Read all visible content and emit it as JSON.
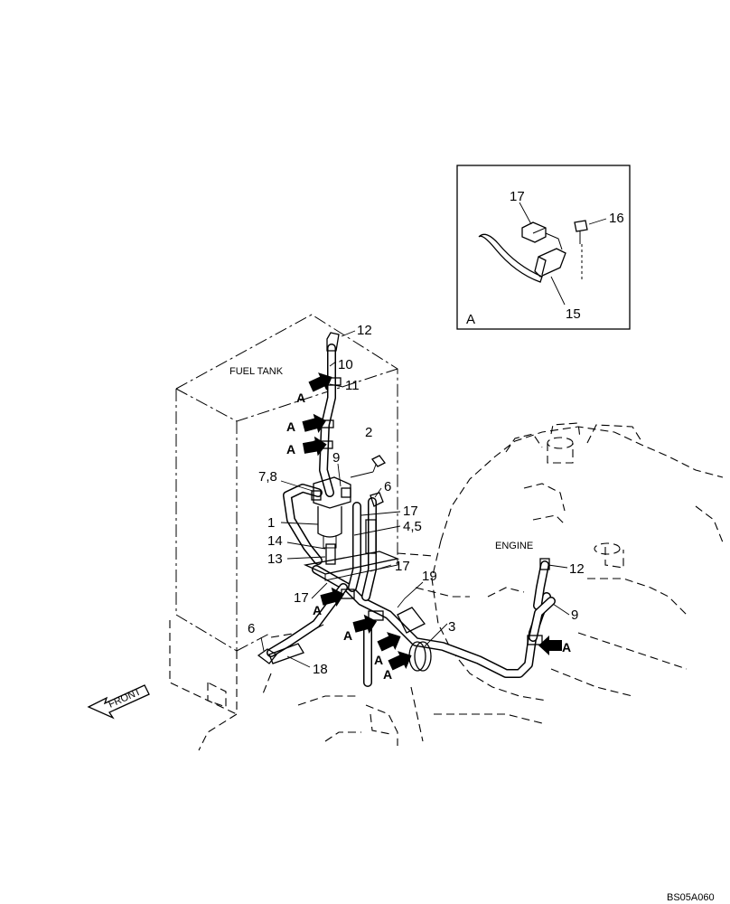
{
  "labels": {
    "fuel_tank": "FUEL TANK",
    "engine": "ENGINE",
    "front": "FRONT",
    "drawing_code": "BS05A060",
    "detail_letter": "A"
  },
  "arrow_letter": "A",
  "callouts": {
    "c12_top": "12",
    "c10": "10",
    "c11": "11",
    "c2": "2",
    "c9_top": "9",
    "c78": "7,8",
    "c6_top": "6",
    "c17_a": "17",
    "c1": "1",
    "c45": "4,5",
    "c14": "14",
    "c13": "13",
    "c17_b": "17",
    "c19": "19",
    "c17_c": "17",
    "c12_right": "12",
    "c9_right": "9",
    "c3": "3",
    "c6_bottom": "6",
    "c18": "18"
  },
  "detail_callouts": {
    "c17": "17",
    "c16": "16",
    "c15": "15"
  }
}
